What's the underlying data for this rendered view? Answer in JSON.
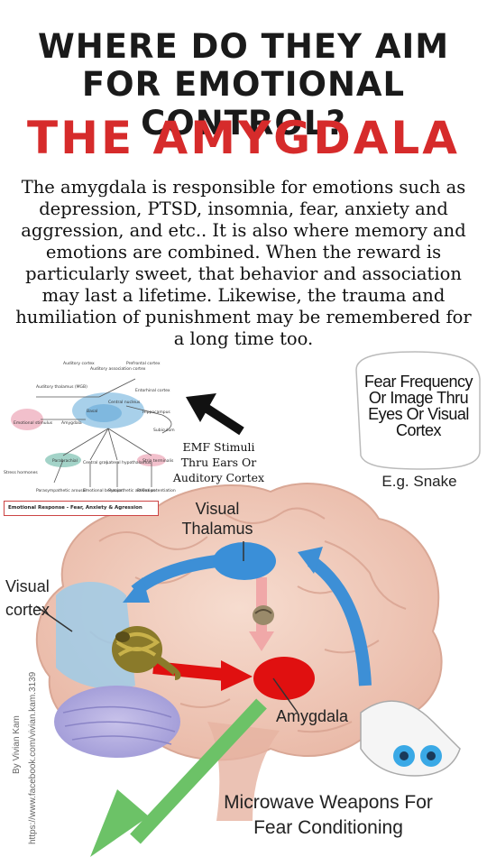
{
  "header": {
    "line1": "WHERE DO THEY AIM",
    "line2": "FOR EMOTIONAL CONTROL?",
    "line3": "THE AMYGDALA"
  },
  "body_text": "The amygdala is responsible for emotions such as depression, PTSD, insomnia, fear, anxiety and aggression, and etc.. It is also where memory and emotions are combined. When the reward is particularly sweet, that behavior and association may last a lifetime. Likewise, the trauma and humiliation of punishment may be remembered for a long time too.",
  "diagram": {
    "caption": "Emotional Response - Fear, Anxiety & Agression",
    "nodes": [
      "Auditory cortex",
      "Auditory association cortex",
      "Prefrontal cortex",
      "Auditory thalamus (MGB)",
      "Entorhinal cortex",
      "Hippocampus",
      "Amygdala",
      "Basal nucleus",
      "Central nucleus",
      "Emotional stimulus",
      "Subiculum",
      "Parabrachial",
      "Central gray",
      "Lateral hypothalamus",
      "Stria terminalis",
      "Stress hormones",
      "Parasympathetic arousal",
      "Emotional behavior",
      "Sympathetic activation",
      "Reflex potentiation"
    ]
  },
  "emf_label": "EMF Stimuli Thru Ears Or Auditory Cortex",
  "bubble_text": "Fear Frequency Or Image Thru Eyes Or Visual Cortex",
  "example": "E.g. Snake",
  "labels": {
    "visual_thalamus": "Visual Thalamus",
    "visual_cortex": "Visual cortex",
    "amygdala": "Amygdala",
    "microwave": "Microwave Weapons For Fear Conditioning"
  },
  "credits": {
    "author": "By Vivian Kam",
    "url": "https://www.facebook.com/vivian.kam.3139"
  },
  "colors": {
    "title_red": "#d62b2b",
    "thalamus_blue": "#3a8fd8",
    "amygdala_red": "#e01010",
    "arrow_blue": "#3d8fd6",
    "arrow_green": "#6cc267"
  }
}
